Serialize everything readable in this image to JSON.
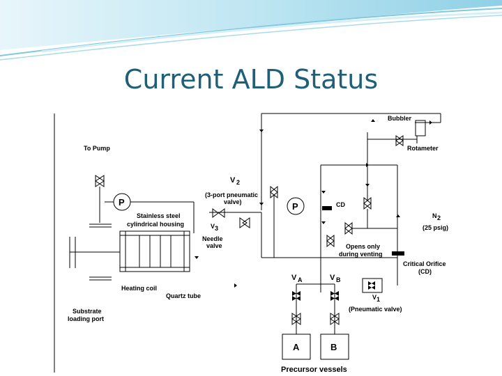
{
  "slide": {
    "title": "Current ALD Status"
  },
  "diagram": {
    "labels": {
      "bubbler": "Bubbler",
      "rotameter": "Rotameter",
      "to_pump": "To Pump",
      "v2": "V",
      "v2_sub": "2",
      "three_port_line1": "(3-port pneumatic",
      "three_port_line2": "valve)",
      "pressure_p1": "P",
      "pressure_p2": "P",
      "cd": "CD",
      "housing_line1": "Stainless steel",
      "housing_line2": "cylindrical housing",
      "v3": "V",
      "v3_sub": "3",
      "needle_line1": "Needle",
      "needle_line2": "valve",
      "n2": "N",
      "n2_sub": "2",
      "psig": "(25 psig)",
      "opens_line1": "Opens only",
      "opens_line2": "during venting",
      "critical_orifice": "Critical Orifice",
      "cd_paren": "(CD)",
      "heating_coil": "Heating coil",
      "quartz_tube": "Quartz tube",
      "va": "V",
      "va_sub": "A",
      "vb": "V",
      "vb_sub": "B",
      "v1": "V",
      "v1_sub": "1",
      "pneumatic_valve": "(Pneumatic valve)",
      "substrate_line1": "Substrate",
      "substrate_line2": "loading port",
      "vessel_a": "A",
      "vessel_b": "B",
      "precursor_vessels": "Precursor vessels"
    }
  },
  "colors": {
    "title": "#1f5f78",
    "swoosh_light": "#bfe6f2",
    "swoosh_mid": "#7fc8e0",
    "line": "#000000"
  }
}
